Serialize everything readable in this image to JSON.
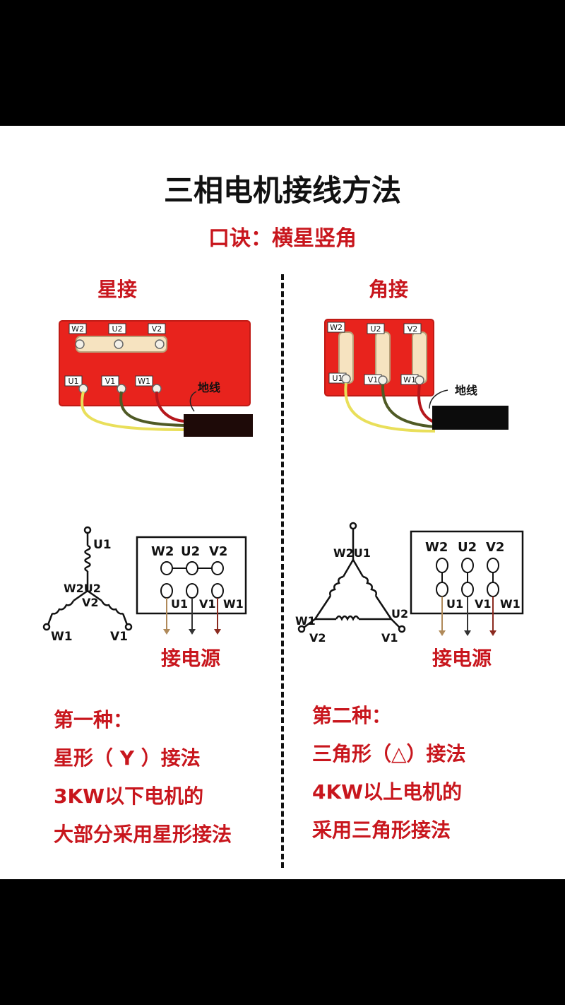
{
  "title": "三相电机接线方法",
  "subtitle": "口诀：横星竖角",
  "left": {
    "heading": "星接",
    "ground_label": "地线",
    "box_top": [
      "W2",
      "U2",
      "V2"
    ],
    "box_bottom": [
      "U1",
      "V1",
      "W1"
    ],
    "winding": {
      "top": "U1",
      "center": "W2U2",
      "center_bottom": "V2",
      "left": "W1",
      "right": "V1"
    },
    "power_label": "接电源",
    "desc": [
      "第一种：",
      "星形（ Y ）接法",
      "3KW以下电机的",
      "大部分采用星形接法"
    ]
  },
  "right": {
    "heading": "角接",
    "ground_label": "地线",
    "box_top": [
      "W2",
      "U2",
      "V2"
    ],
    "box_bottom": [
      "U1",
      "V1",
      "W1"
    ],
    "winding": {
      "top": "W2U1",
      "left": "W1",
      "left_bottom": "V2",
      "right": "U2",
      "right_bottom": "V1"
    },
    "power_label": "接电源",
    "desc": [
      "第二种：",
      "三角形（△）接法",
      "4KW以上电机的",
      "采用三角形接法"
    ]
  },
  "colors": {
    "accent": "#c8161d",
    "board": "#e8231d",
    "text": "#111111",
    "wire_yellow": "#e9df5a",
    "wire_green": "#4f5a25",
    "wire_red": "#b5171c"
  }
}
